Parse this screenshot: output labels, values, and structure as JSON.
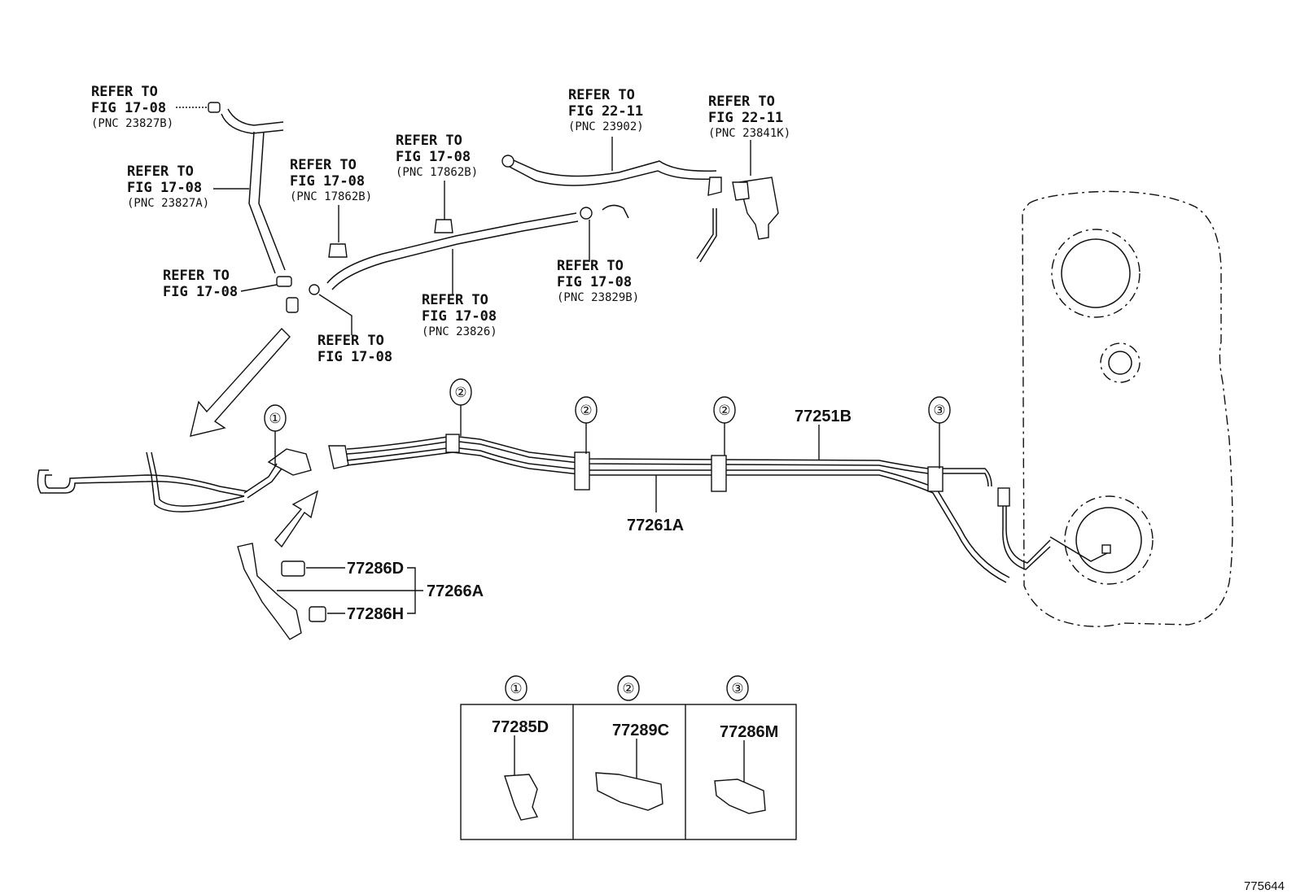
{
  "refs": [
    {
      "l1": "REFER TO",
      "l2": "FIG 17-08",
      "pnc": "(PNC 23827B)"
    },
    {
      "l1": "REFER TO",
      "l2": "FIG 17-08",
      "pnc": "(PNC 23827A)"
    },
    {
      "l1": "REFER TO",
      "l2": "FIG 17-08",
      "pnc": "(PNC 17862B)"
    },
    {
      "l1": "REFER TO",
      "l2": "FIG 17-08",
      "pnc": "(PNC 17862B)"
    },
    {
      "l1": "REFER TO",
      "l2": "FIG 22-11",
      "pnc": "(PNC 23902)"
    },
    {
      "l1": "REFER TO",
      "l2": "FIG 22-11",
      "pnc": "(PNC 23841K)"
    },
    {
      "l1": "REFER TO",
      "l2": "FIG 17-08",
      "pnc": "(PNC 23829B)"
    },
    {
      "l1": "REFER TO",
      "l2": "FIG 17-08",
      "pnc": "(PNC 23826)"
    },
    {
      "l1": "REFER TO",
      "l2": "FIG 17-08",
      "pnc": ""
    },
    {
      "l1": "REFER TO",
      "l2": "FIG 17-08",
      "pnc": ""
    }
  ],
  "parts": {
    "tube_upper": "77251B",
    "tube_lower": "77261A",
    "bracket": "77266A",
    "clamp_d": "77286D",
    "clamp_h": "77286H"
  },
  "callouts": [
    "①",
    "②",
    "②",
    "②",
    "③"
  ],
  "legend": {
    "headers": [
      "①",
      "②",
      "③"
    ],
    "parts": [
      "77285D",
      "77289C",
      "77286M"
    ]
  },
  "figure_id": "775644"
}
